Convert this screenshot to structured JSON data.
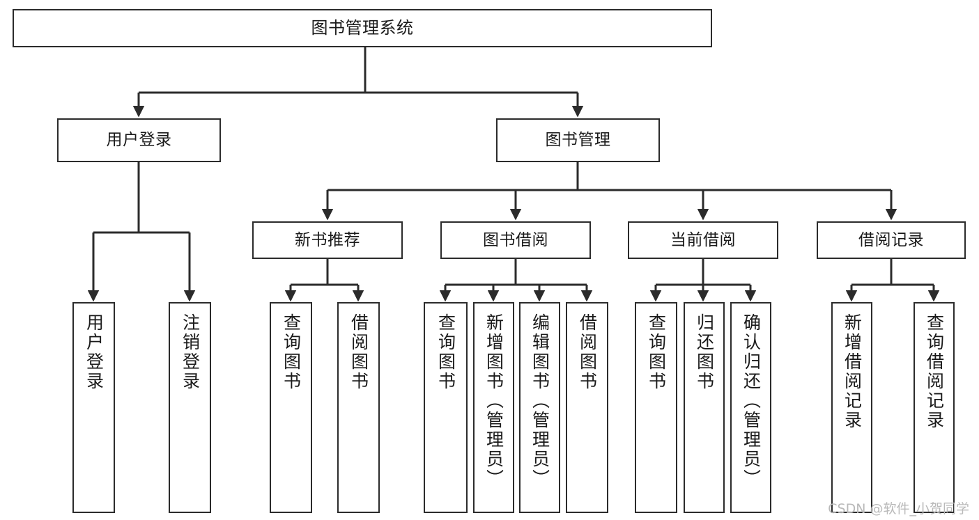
{
  "diagram": {
    "title": "图书管理系统",
    "type": "tree-hierarchy",
    "watermark": "CSDN @软件_小贺同学",
    "colors": {
      "stroke": "#2b2b2b",
      "fill": "#ffffff",
      "text": "#1a1a1a",
      "watermark": "#b9b9b9"
    },
    "nodes": {
      "root": {
        "label": "图书管理系统"
      },
      "level1": [
        {
          "label": "用户登录"
        },
        {
          "label": "图书管理"
        }
      ],
      "level2": [
        {
          "label": "新书推荐"
        },
        {
          "label": "图书借阅"
        },
        {
          "label": "当前借阅"
        },
        {
          "label": "借阅记录"
        }
      ],
      "leaves": {
        "user_login": [
          {
            "label": "用户登录"
          },
          {
            "label": "注销登录"
          }
        ],
        "new_book": [
          {
            "label": "查询图书"
          },
          {
            "label": "借阅图书"
          }
        ],
        "book_borrow": [
          {
            "label": "查询图书"
          },
          {
            "label": "新增图书（管理员）"
          },
          {
            "label": "编辑图书（管理员）"
          },
          {
            "label": "借阅图书"
          }
        ],
        "current_borrow": [
          {
            "label": "查询图书"
          },
          {
            "label": "归还图书"
          },
          {
            "label": "确认归还（管理员）"
          }
        ],
        "borrow_record": [
          {
            "label": "新增借阅记录"
          },
          {
            "label": "查询借阅记录"
          }
        ]
      }
    }
  }
}
